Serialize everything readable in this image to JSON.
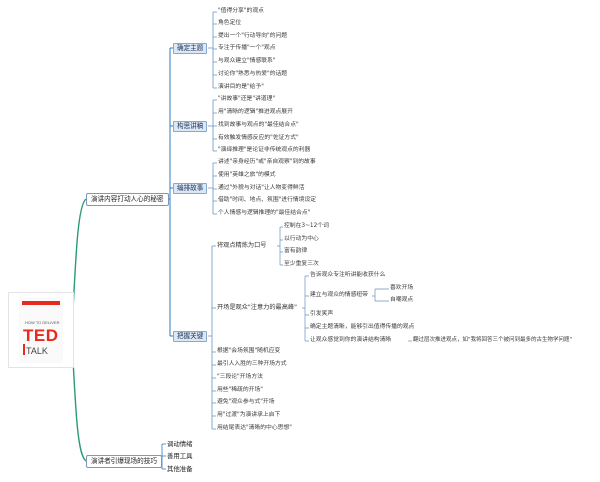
{
  "root": {
    "title": "",
    "book": {
      "line1": "HOW TO DELIVER",
      "line2": "TED",
      "line3": "TALK"
    }
  },
  "branches": [
    {
      "label": "演讲内容打动人心的秘密"
    },
    {
      "label": "演讲者引爆现场的技巧"
    }
  ],
  "sections": [
    {
      "label": "确定主题"
    },
    {
      "label": "构思讲稿"
    },
    {
      "label": "编排故事"
    },
    {
      "label": "把握关键"
    }
  ],
  "leaves": {
    "topic": [
      "\"值得分享\"的观点",
      "角色定位",
      "提出一个\"行动导向\"的问题",
      "专注于传播\"一个\"观点",
      "与观众建立\"情感联系\"",
      "讨论你\"熟悉与热爱\"的话题",
      "演讲目的是\"给予\""
    ],
    "draft": [
      "\"讲故事\"还是\"讲道理\"",
      "用\"清晰的逻辑\"推进观点展开",
      "找到故事与观点的\"最佳结合点\"",
      "有效触发情感反应的\"佐证方式\"",
      "\"演绎推理\"是论证非传统观点的利器"
    ],
    "story": [
      "讲述\"亲身经历\"或\"亲自观察\"到的故事",
      "使用\"英雄之旅\"的模式",
      "通过\"外貌与对话\"让人物变得鲜活",
      "借助\"时间、地点、氛围\"进行情境设定",
      "个人情感与逻辑推理的\"最佳结合点\""
    ],
    "key": {
      "slogan_label": "将观点精炼为口号",
      "slogan": [
        "控制在3~12个词",
        "以行动为中心",
        "富有韵律",
        "至少重复三次"
      ],
      "opening_label": "开场是观众\"注意力的最高峰\"",
      "opening": {
        "attention": "告诉观众专注听讲能收获什么",
        "emotion_label": "建立与观众的情感纽带",
        "emotion": [
          "喜欢开场",
          "自嘲观点"
        ],
        "laugh": "引发笑声",
        "clear": "确定主题清晰，能够引出值得传播的观点",
        "structure_label": "让观众感觉到你的演讲结构清晰",
        "structure_note": "翻过层次推进观点，如\"我将回答三个被问到最多的古生物学问题\""
      },
      "others": [
        "根据\"会场氛围\"随机应变",
        "最引人入胜的三种开场方式",
        "\"三段论\"开场方法",
        "用些\"稀疏的开场\"",
        "避免\"观众参与式\"开场",
        "用\"过渡\"为演讲承上启下",
        "用结尾表达\"清晰的中心思想\""
      ]
    },
    "skills": [
      "调动情绪",
      "善用工具",
      "其他准备"
    ]
  },
  "colors": {
    "line": "#2f7bbf",
    "line2": "#6a93c3",
    "green": "#2a9a7a",
    "section_bg": "#dbe9f6"
  }
}
